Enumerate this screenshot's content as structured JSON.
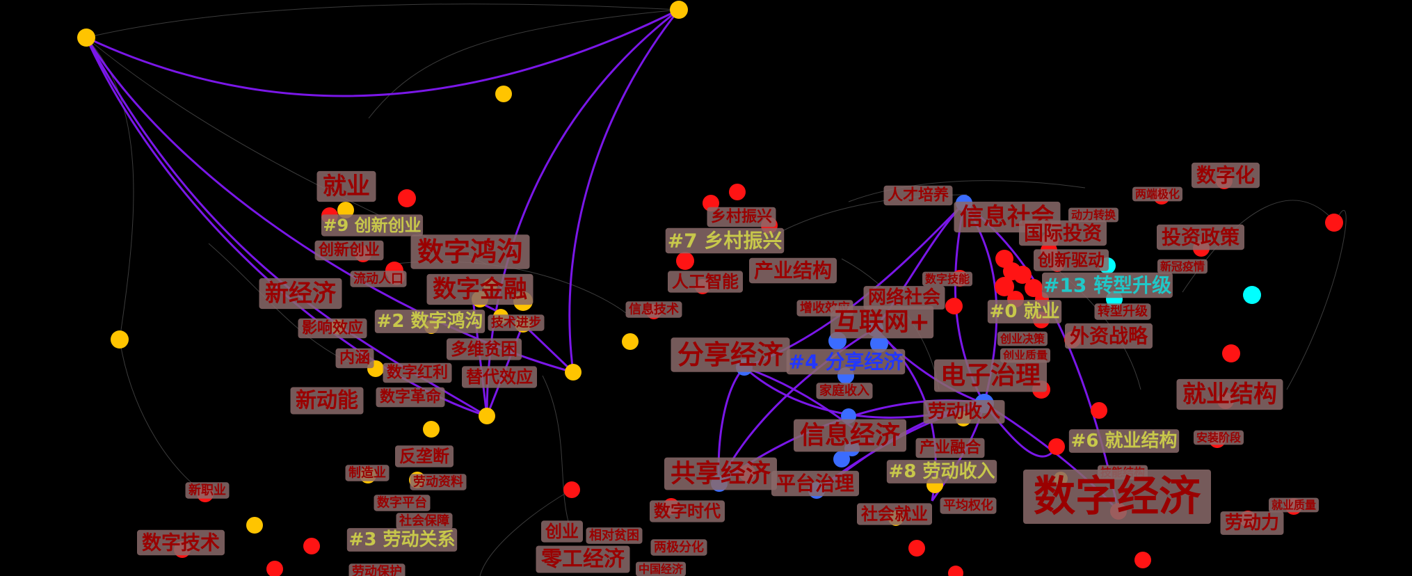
{
  "colors": {
    "background": "#000000",
    "edge_faint": "#3c3c3c",
    "edge_highlight": "#7a17e8",
    "label_box": "#8a6a6a",
    "label_text": "#9a0000",
    "cluster_yellow": "#ffc400",
    "cluster_red": "#ff1414",
    "cluster_blue": "#3b6cff",
    "cluster_cyan": "#00ffff",
    "cluster_label_yellow": "#c8c84b",
    "cluster_label_blue": "#2236ff",
    "cluster_label_cyan": "#20c8c8"
  },
  "clusters": [
    {
      "id": "c9",
      "label": "#9 创新创业"
    },
    {
      "id": "c2",
      "label": "#2 数字鸿沟"
    },
    {
      "id": "c7",
      "label": "#7 乡村振兴"
    },
    {
      "id": "c13",
      "label": "#13 转型升级"
    },
    {
      "id": "c0",
      "label": "#0 就业"
    },
    {
      "id": "c4",
      "label": "#4 分享经济"
    },
    {
      "id": "c6",
      "label": "#6 就业结构"
    },
    {
      "id": "c8",
      "label": "#8 劳动收入"
    },
    {
      "id": "c3",
      "label": "#3 劳动关系"
    }
  ],
  "keywords": [
    {
      "text": "就业"
    },
    {
      "text": "创新创业"
    },
    {
      "text": "数字鸿沟"
    },
    {
      "text": "流动人口"
    },
    {
      "text": "新经济"
    },
    {
      "text": "数字金融"
    },
    {
      "text": "技术进步"
    },
    {
      "text": "影响效应"
    },
    {
      "text": "多维贫困"
    },
    {
      "text": "内涵"
    },
    {
      "text": "数字红利"
    },
    {
      "text": "替代效应"
    },
    {
      "text": "新动能"
    },
    {
      "text": "数字革命"
    },
    {
      "text": "反垄断"
    },
    {
      "text": "制造业"
    },
    {
      "text": "劳动资料"
    },
    {
      "text": "新职业"
    },
    {
      "text": "数字平台"
    },
    {
      "text": "社会保障"
    },
    {
      "text": "数字技术"
    },
    {
      "text": "劳动保护"
    },
    {
      "text": "乡村振兴"
    },
    {
      "text": "人工智能"
    },
    {
      "text": "产业结构"
    },
    {
      "text": "信息技术"
    },
    {
      "text": "人才培养"
    },
    {
      "text": "信息社会"
    },
    {
      "text": "国际投资"
    },
    {
      "text": "动力转换"
    },
    {
      "text": "两端极化"
    },
    {
      "text": "数字化"
    },
    {
      "text": "投资政策"
    },
    {
      "text": "创新驱动"
    },
    {
      "text": "新冠疫情"
    },
    {
      "text": "数字技能"
    },
    {
      "text": "网络社会"
    },
    {
      "text": "增收效应"
    },
    {
      "text": "互联网+"
    },
    {
      "text": "转型升级"
    },
    {
      "text": "创业决策"
    },
    {
      "text": "外资战略"
    },
    {
      "text": "创业质量"
    },
    {
      "text": "分享经济"
    },
    {
      "text": "家庭收入"
    },
    {
      "text": "电子治理"
    },
    {
      "text": "劳动收入"
    },
    {
      "text": "就业结构"
    },
    {
      "text": "信息经济"
    },
    {
      "text": "产业融合"
    },
    {
      "text": "安装阶段"
    },
    {
      "text": "共享经济"
    },
    {
      "text": "平台治理"
    },
    {
      "text": "技能结构"
    },
    {
      "text": "数字经济"
    },
    {
      "text": "数字时代"
    },
    {
      "text": "社会就业"
    },
    {
      "text": "平均权化"
    },
    {
      "text": "就业质量"
    },
    {
      "text": "创业"
    },
    {
      "text": "相对贫困"
    },
    {
      "text": "两极分化"
    },
    {
      "text": "劳动力"
    },
    {
      "text": "零工经济"
    },
    {
      "text": "中国经济"
    }
  ]
}
